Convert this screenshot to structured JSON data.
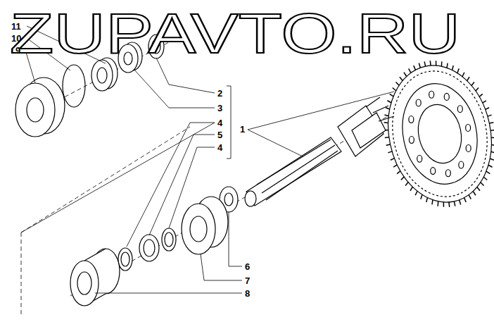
{
  "diagram": {
    "labels": [
      "ZUPAVTO.RU",
      "11",
      "10",
      "9",
      "2",
      "3",
      "4",
      "5",
      "4",
      "1",
      "6",
      "7",
      "8"
    ]
  }
}
